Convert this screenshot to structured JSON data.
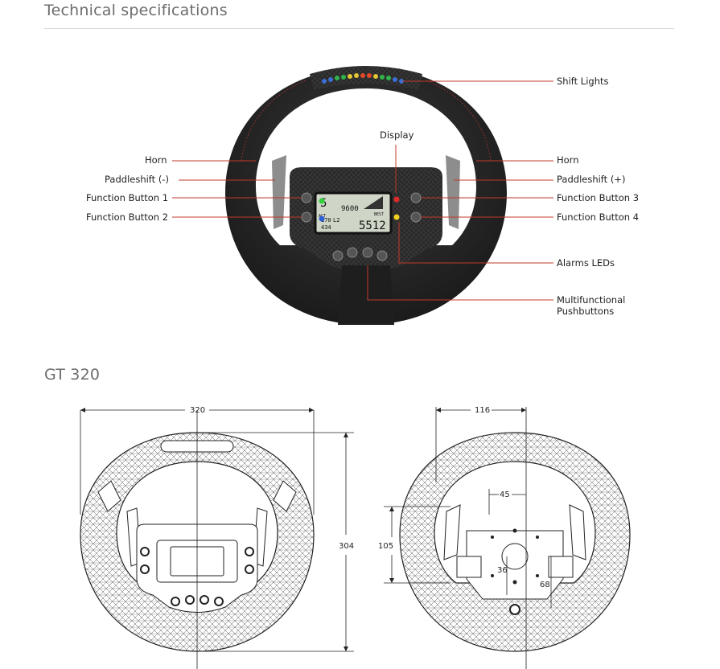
{
  "page": {
    "title": "Technical specifications",
    "model_title": "GT 320"
  },
  "callouts": {
    "shift_lights": "Shift Lights",
    "display": "Display",
    "horn_left": "Horn",
    "horn_right": "Horn",
    "paddle_minus": "Paddleshift (-)",
    "paddle_plus": "Paddleshift (+)",
    "fb1": "Function Button 1",
    "fb2": "Function Button 2",
    "fb3": "Function Button 3",
    "fb4": "Function Button 4",
    "alarms": "Alarms LEDs",
    "multi_line1": "Multifunctional",
    "multi_line2": "Pushbuttons"
  },
  "display_readout": {
    "gear": "5",
    "rpm": "9600",
    "lap": "L2",
    "best_label": "BEST",
    "speed": "170",
    "fuel": "434",
    "best_time": "5512",
    "act_label": "ACT"
  },
  "dimensions": {
    "width": "320",
    "height": "304",
    "depth": "116",
    "hole_spacing": "45",
    "mount_height": "105",
    "hub_a": "36",
    "hub_b": "68"
  },
  "colors": {
    "callout_line": "#c0392b",
    "wheel": "#222222",
    "rule": "#d9d9d9"
  }
}
